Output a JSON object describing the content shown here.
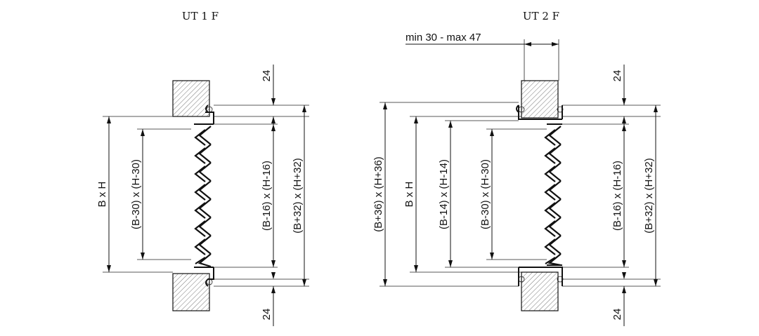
{
  "left": {
    "title": "UT 1 F",
    "dims": {
      "top_24": "24",
      "bottom_24": "24",
      "bxh": "B x H",
      "b30": "(B-30) x (H-30)",
      "b16": "(B-16) x (H-16)",
      "b32": "(B+32) x (H+32)"
    }
  },
  "right": {
    "title": "UT 2 F",
    "wall_range": "min 30 - max 47",
    "dims": {
      "top_24": "24",
      "bottom_24": "24",
      "b36": "(B+36) x (H+36)",
      "bxh": "B x H",
      "b14": "(B-14) x (H-14)",
      "b30": "(B-30) x (H-30)",
      "b16": "(B-16) x (H-16)",
      "b32": "(B+32) x (H+32)"
    }
  },
  "colors": {
    "ink": "#111111",
    "hatch": "#555555",
    "background": "#ffffff"
  }
}
